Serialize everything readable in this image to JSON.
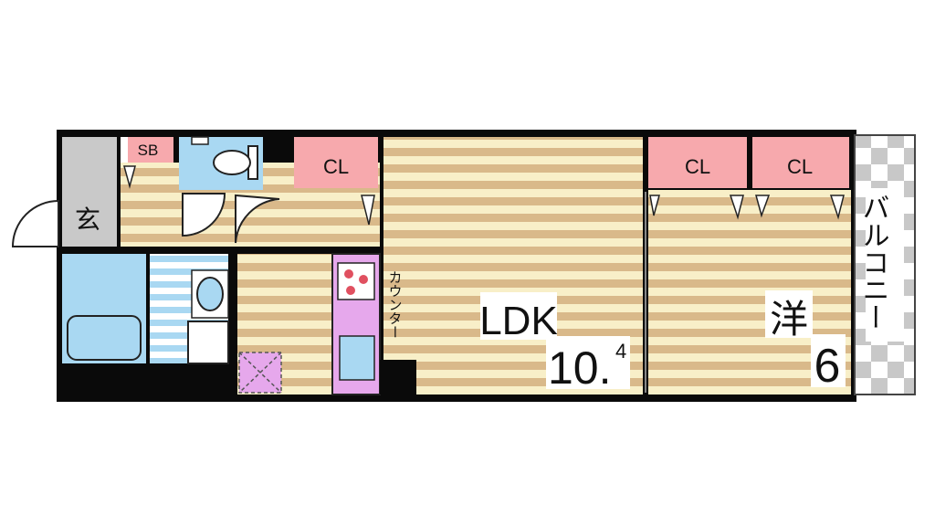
{
  "floorplan": {
    "labels": {
      "entrance": "玄",
      "shoe_box": "SB",
      "closet_ldk": "CL",
      "closet_room_1": "CL",
      "closet_room_2": "CL",
      "counter": "カウンター",
      "ldk": "LDK",
      "ldk_size_main": "10.",
      "ldk_size_decimal": "4",
      "western_room": "洋",
      "western_room_size": "6",
      "balcony": "バルコニー"
    },
    "colors": {
      "floor_light": "#f8efc8",
      "floor_stripe": "#d9b98a",
      "wall": "#0a0a0a",
      "closet": "#f7a9ad",
      "wet_area": "#a9d8f2",
      "kitchen": "#e6a8ec",
      "entrance_floor": "#c9c9c9",
      "balcony_check": "#c8c8c8"
    }
  }
}
